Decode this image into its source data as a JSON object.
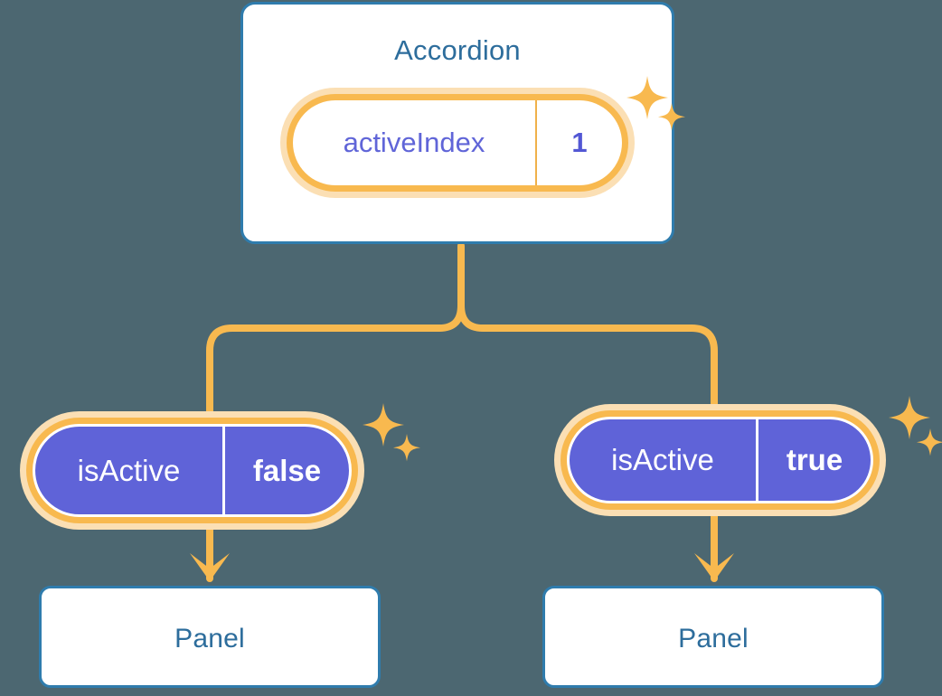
{
  "background_color": "#4c6771",
  "palette": {
    "card_border": "#2f7cad",
    "title_text": "#2d6d9c",
    "pill_ring": "#f8b94f",
    "pill_glow": "#fbdfb4",
    "pill_body_purple": "#5f63d8",
    "pill_text_purple": "#6065d8",
    "connector": "#f8b94f",
    "sparkle": "#f8b94f",
    "card_background": "#ffffff"
  },
  "diagram": {
    "type": "component-state-tree",
    "root": {
      "title": "Accordion",
      "state": {
        "key": "activeIndex",
        "value": "1"
      }
    },
    "branches": [
      {
        "id": "left",
        "prop": {
          "key": "isActive",
          "value": "false"
        },
        "child": {
          "title": "Panel"
        }
      },
      {
        "id": "right",
        "prop": {
          "key": "isActive",
          "value": "true"
        },
        "child": {
          "title": "Panel"
        }
      }
    ]
  },
  "icons": {
    "sparkle_large": "sparkle-four-point-large",
    "sparkle_small": "sparkle-four-point-small",
    "arrow": "arrow-down"
  }
}
